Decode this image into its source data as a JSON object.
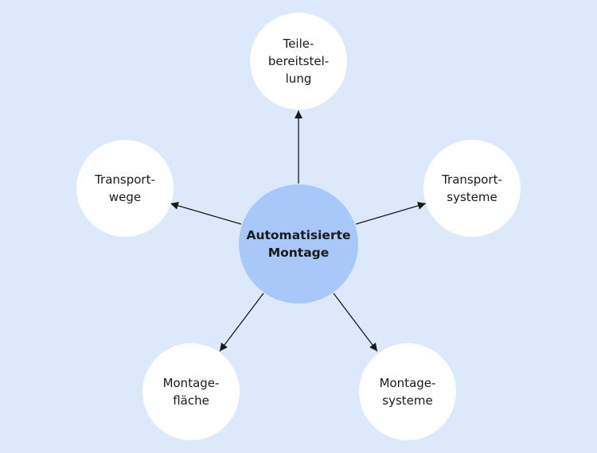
{
  "diagram": {
    "center": {
      "label": "Automatisierte\nMontage"
    },
    "nodes": {
      "top": {
        "label": "Teile-\nbereitstel-\nlung"
      },
      "left": {
        "label": "Transport-\nwege"
      },
      "right": {
        "label": "Transport-\nsysteme"
      },
      "bottom_left": {
        "label": "Montage-\nfläche"
      },
      "bottom_right": {
        "label": "Montage-\nsysteme"
      }
    },
    "colors": {
      "background": "#dce9fb",
      "center_fill": "#a8c8fa",
      "node_fill": "#ffffff",
      "arrow": "#1a1a1a"
    }
  }
}
